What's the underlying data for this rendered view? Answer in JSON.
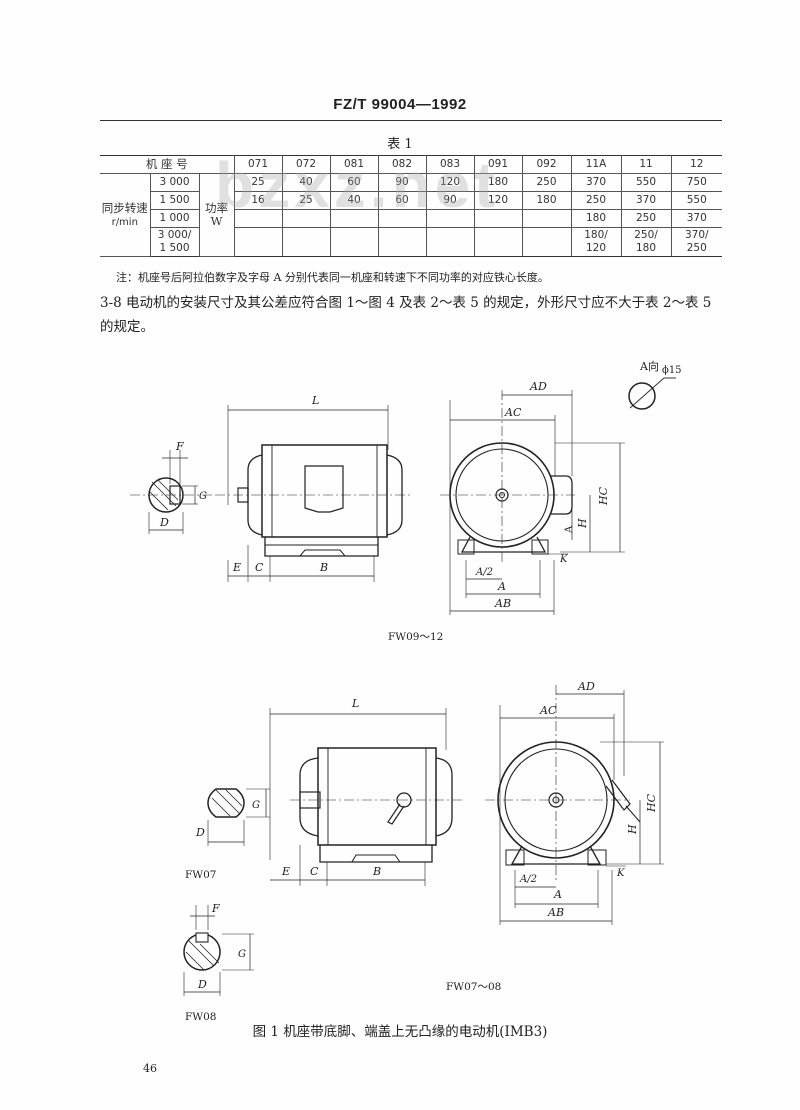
{
  "header": {
    "standard": "FZ/T 99004—1992"
  },
  "watermark": "bzxz.net",
  "table": {
    "title": "表 1",
    "frame_label": "机    座    号",
    "frame_numbers": [
      "071",
      "072",
      "081",
      "082",
      "083",
      "091",
      "092",
      "11A",
      "11",
      "12"
    ],
    "speed_label": "同步转速",
    "speed_unit": "r/min",
    "power_label": "功率",
    "power_unit": "W",
    "rows": [
      {
        "speed": "3 000",
        "values": [
          "25",
          "40",
          "60",
          "90",
          "120",
          "180",
          "250",
          "370",
          "550",
          "750"
        ]
      },
      {
        "speed": "1 500",
        "values": [
          "16",
          "25",
          "40",
          "60",
          "90",
          "120",
          "180",
          "250",
          "370",
          "550"
        ]
      },
      {
        "speed": "1 000",
        "values": [
          "",
          "",
          "",
          "",
          "",
          "",
          "",
          "180",
          "250",
          "370"
        ]
      },
      {
        "speed": "3 000/\n1 500",
        "values": [
          "",
          "",
          "",
          "",
          "",
          "",
          "",
          "180/\n120",
          "250/\n180",
          "370/\n250"
        ]
      }
    ]
  },
  "note": "注：机座号后阿拉伯数字及字母 A 分别代表同一机座和转速下不同功率的对应铁心长度。",
  "clause": "3-8   电动机的安装尺寸及其公差应符合图 1～图 4 及表 2～表 5 的规定，外形尺寸应不大于表 2～表 5 的规定。",
  "figure": {
    "view_a_label": "A向",
    "hole_label": "ϕ15",
    "dims": {
      "L": "L",
      "F": "F",
      "G": "G",
      "D": "D",
      "E": "E",
      "C": "C",
      "B": "B",
      "AD": "AD",
      "AC": "AC",
      "HC": "HC",
      "H": "H",
      "A": "A",
      "A2": "A/2",
      "AB": "AB",
      "K": "K"
    },
    "label_top": "FW09～12",
    "label_fw07": "FW07",
    "label_fw08": "FW08",
    "label_bottom": "FW07～08",
    "caption": "图 1   机座带底脚、端盖上无凸缘的电动机(IMB3)"
  },
  "page_number": "46"
}
